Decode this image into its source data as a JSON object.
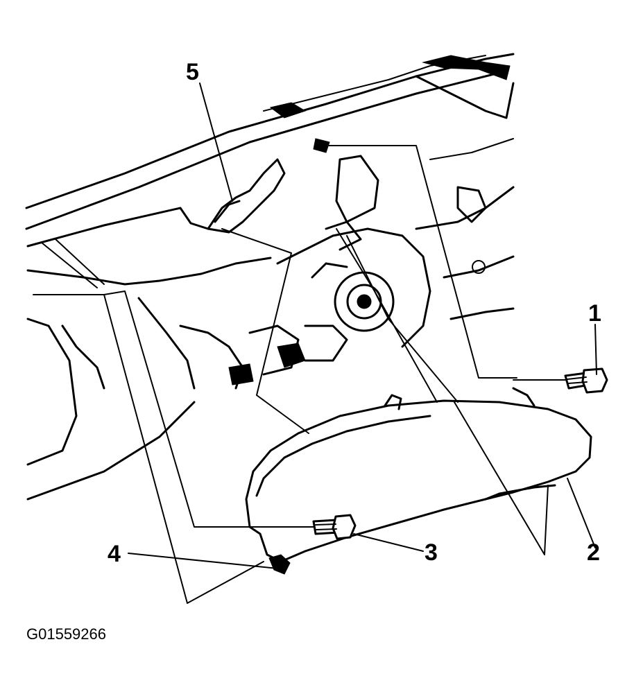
{
  "figure_id": "G01559266",
  "callouts": [
    {
      "label": "1",
      "part": "bolt"
    },
    {
      "label": "2",
      "part": "cover-panel"
    },
    {
      "label": "3",
      "part": "bolt"
    },
    {
      "label": "4",
      "part": "tab"
    },
    {
      "label": "5",
      "part": "bracket"
    }
  ]
}
